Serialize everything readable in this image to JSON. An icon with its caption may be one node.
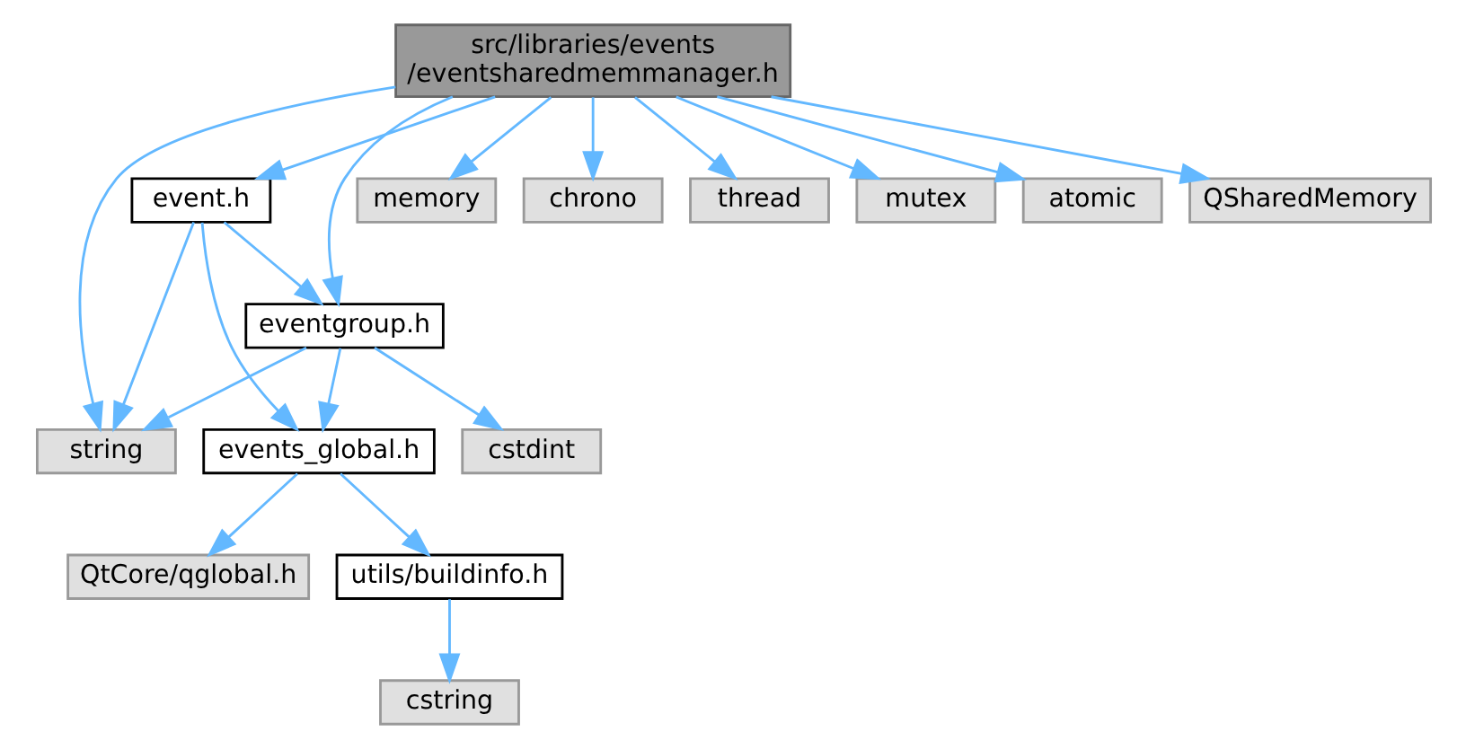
{
  "diagram": {
    "nodes": [
      {
        "text": [
          "src/libraries/events /eventsharedmemmanager.h"
        ]
      },
      {
        "text": [
          "event.h"
        ]
      },
      {
        "text": [
          "memory"
        ]
      },
      {
        "text": [
          "chrono"
        ]
      },
      {
        "text": [
          "thread"
        ]
      },
      {
        "text": [
          "mutex"
        ]
      },
      {
        "text": [
          "atomic"
        ]
      },
      {
        "text": [
          "QSharedMemory"
        ]
      },
      {
        "text": [
          "eventgroup.h"
        ]
      },
      {
        "text": [
          "string"
        ]
      },
      {
        "text": [
          "events_global.h"
        ]
      },
      {
        "text": [
          "cstdint"
        ]
      },
      {
        "text": [
          "QtCore/qglobal.h"
        ]
      },
      {
        "text": [
          "utils/buildinfo.h"
        ]
      },
      {
        "text": [
          "cstring"
        ]
      }
    ],
    "edges": [
      {
        "from": 0,
        "to": 1,
        "arrow": "to"
      },
      {
        "from": 0,
        "to": 9,
        "arrow": "to"
      },
      {
        "from": 0,
        "to": 8,
        "arrow": "to"
      },
      {
        "from": 0,
        "to": 2,
        "arrow": "to"
      },
      {
        "from": 0,
        "to": 3,
        "arrow": "to"
      },
      {
        "from": 0,
        "to": 4,
        "arrow": "to"
      },
      {
        "from": 0,
        "to": 5,
        "arrow": "to"
      },
      {
        "from": 0,
        "to": 6,
        "arrow": "to"
      },
      {
        "from": 0,
        "to": 7,
        "arrow": "to"
      },
      {
        "from": 1,
        "to": 9,
        "arrow": "to"
      },
      {
        "from": 1,
        "to": 8,
        "arrow": "to"
      },
      {
        "from": 1,
        "to": 10,
        "arrow": "to"
      },
      {
        "from": 8,
        "to": 9,
        "arrow": "to"
      },
      {
        "from": 8,
        "to": 10,
        "arrow": "to"
      },
      {
        "from": 8,
        "to": 11,
        "arrow": "to"
      },
      {
        "from": 10,
        "to": 12,
        "arrow": "to"
      },
      {
        "from": 10,
        "to": 13,
        "arrow": "to"
      },
      {
        "from": 13,
        "to": 14,
        "arrow": "to"
      }
    ]
  }
}
